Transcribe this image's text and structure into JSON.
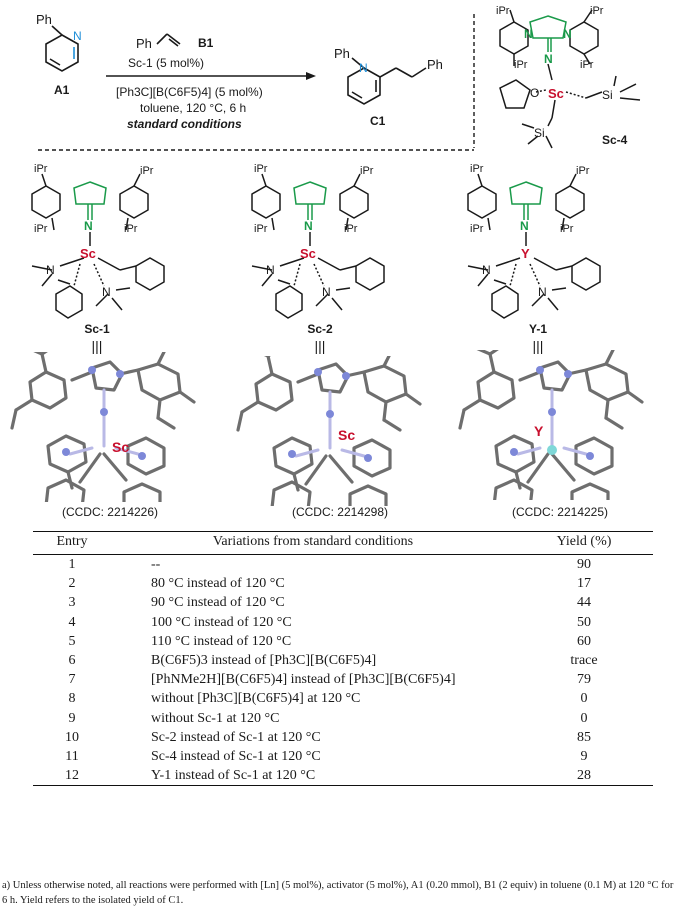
{
  "scheme": {
    "reactant_a": {
      "label": "A1",
      "sub": "Ph"
    },
    "reactant_b": {
      "label": "B1",
      "sub": "Ph"
    },
    "catalyst_line": "Sc-1 (5 mol%)",
    "activator_line": "[Ph3C][B(C6F5)4] (5 mol%)",
    "solvent_line": "toluene, 120 °C, 6 h",
    "conditions_note": "standard conditions",
    "product": {
      "label": "C1",
      "sub_left": "Ph",
      "sub_right": "Ph"
    },
    "atom_n": "N"
  },
  "sc4": {
    "label": "Sc-4",
    "ipr": "iPr",
    "metal": "Sc",
    "atoms": {
      "n": "N",
      "o": "O",
      "si": "Si"
    }
  },
  "complexes": [
    {
      "label": "Sc-1",
      "metal": "Sc",
      "ccdc": "(CCDC: 2214226)",
      "ipr": "iPr",
      "atom_n": "N"
    },
    {
      "label": "Sc-2",
      "metal": "Sc",
      "ccdc": "(CCDC: 2214298)",
      "ipr": "iPr",
      "atom_n": "N"
    },
    {
      "label": "Y-1",
      "metal": "Y",
      "ccdc": "(CCDC: 2214225)",
      "ipr": "iPr",
      "atom_n": "N"
    }
  ],
  "equiv_symbol": "|||",
  "table": {
    "headers": [
      "Entry",
      "Variations from standard conditions",
      "Yield (%)"
    ],
    "rows": [
      {
        "entry": "1",
        "variation": "--",
        "yield": "90"
      },
      {
        "entry": "2",
        "variation": "80 °C instead of 120 °C",
        "yield": "17"
      },
      {
        "entry": "3",
        "variation": "90 °C instead of 120 °C",
        "yield": "44"
      },
      {
        "entry": "4",
        "variation": "100 °C instead of 120 °C",
        "yield": "50"
      },
      {
        "entry": "5",
        "variation": "110 °C instead of 120 °C",
        "yield": "60"
      },
      {
        "entry": "6",
        "variation": "B(C6F5)3 instead of [Ph3C][B(C6F5)4]",
        "yield": "trace"
      },
      {
        "entry": "7",
        "variation": "[PhNMe2H][B(C6F5)4] instead of [Ph3C][B(C6F5)4]",
        "yield": "79"
      },
      {
        "entry": "8",
        "variation": "without [Ph3C][B(C6F5)4] at 120 °C",
        "yield": "0"
      },
      {
        "entry": "9",
        "variation": "without Sc-1 at 120 °C",
        "yield": "0"
      },
      {
        "entry": "10",
        "variation": "Sc-2 instead of Sc-1 at 120 °C",
        "yield": "85"
      },
      {
        "entry": "11",
        "variation": "Sc-4 instead of Sc-1 at 120 °C",
        "yield": "9"
      },
      {
        "entry": "12",
        "variation": "Y-1 instead of Sc-1 at 120 °C",
        "yield": "28"
      }
    ]
  },
  "footnote": "a) Unless otherwise noted, all reactions were performed with [Ln] (5 mol%), activator (5 mol%), A1 (0.20 mmol), B1 (2 equiv) in toluene (0.1 M) at 120 °C for 6 h. Yield refers to the isolated yield of C1.",
  "colors": {
    "nitrogen": "#1f8fd8",
    "nhc": "#1a9a4a",
    "metal": "#c8102e",
    "ink": "#1a1a1a"
  }
}
